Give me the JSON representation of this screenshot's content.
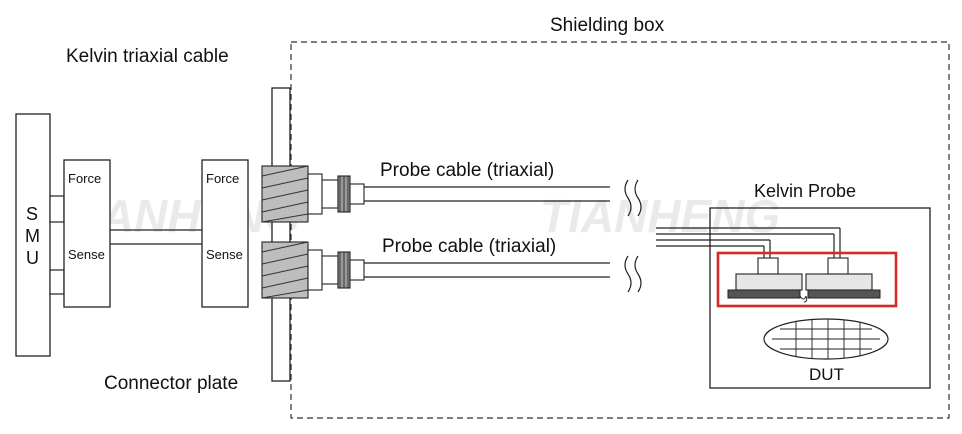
{
  "labels": {
    "shielding_box": "Shielding box",
    "kelvin_cable": "Kelvin triaxial cable",
    "connector_plate": "Connector plate",
    "probe_cable_top": "Probe cable (triaxial)",
    "probe_cable_bottom": "Probe cable (triaxial)",
    "kelvin_probe": "Kelvin Probe",
    "dut": "DUT",
    "smu_s": "S",
    "smu_m": "M",
    "smu_u": "U",
    "smu_force": "Force",
    "smu_sense": "Sense",
    "plate_force": "Force",
    "plate_sense": "Sense"
  },
  "watermark": {
    "text_left": "TIANHENG",
    "text_right": "TIANHENG"
  },
  "colors": {
    "line": "#222222",
    "highlight": "#d42a2a",
    "fill_light": "#e6e6e6",
    "fill_dark": "#555555"
  }
}
